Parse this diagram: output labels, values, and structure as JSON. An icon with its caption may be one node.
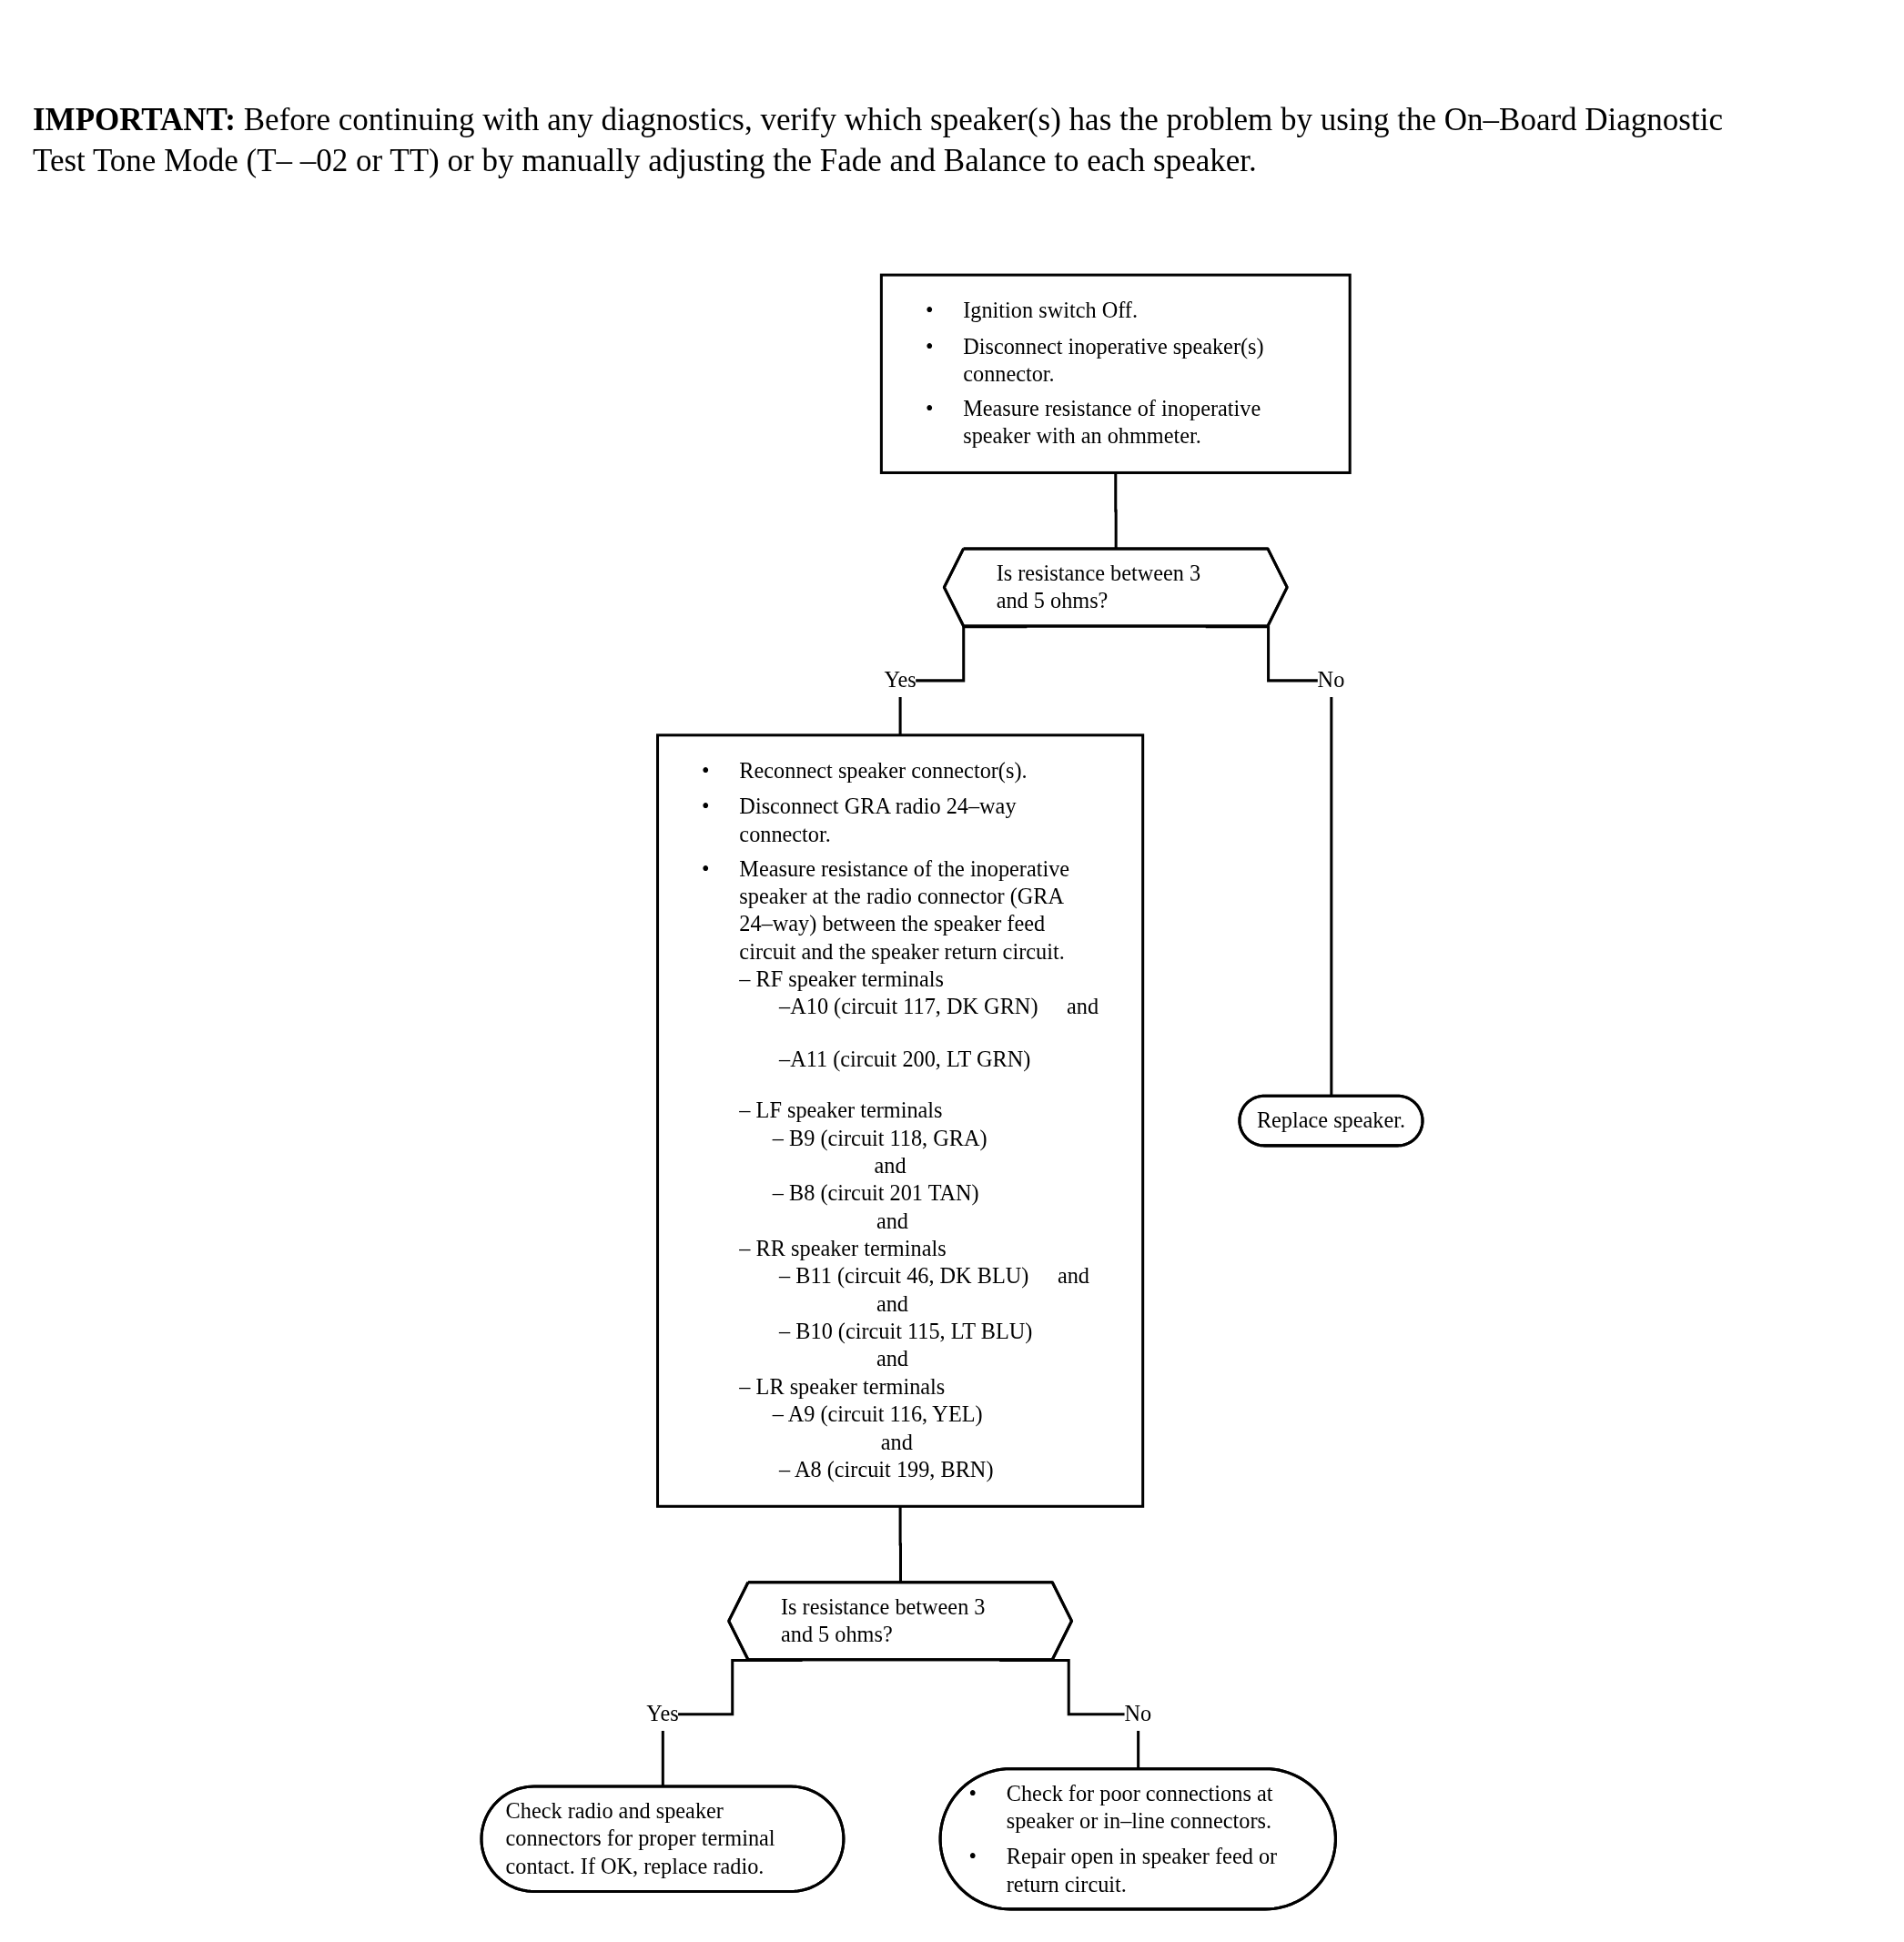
{
  "diagram": {
    "nodes": [
      {
        "text": [
          "•",
          "Ignition switch Off.",
          "•",
          "Disconnect inoperative speaker(s) connector.",
          "•",
          "Measure resistance of inoperative speaker with an ohmmeter."
        ]
      },
      {
        "text": [
          "Is resistance between 3 and 5 ohms?"
        ]
      },
      {
        "text": [
          "•",
          "Reconnect speaker connector(s).",
          "•",
          "Disconnect GRA radio 24–way connector.",
          "•",
          "Measure resistance of the inoperative speaker at the radio connector (GRA 24–way) between the speaker feed circuit and the speaker return circuit.",
          "– RF speaker terminals",
          "–A10 (circuit 117, DK GRN)",
          "and",
          "–A11 (circuit 200, LT GRN)",
          "– LF speaker terminals",
          "– B9 (circuit 118, GRA)",
          "and",
          "– B8 (circuit 201 TAN)",
          "and",
          "– RR speaker terminals",
          "– B11 (circuit 46, DK BLU)",
          "and",
          "and",
          "– B10 (circuit 115, LT BLU)",
          "and",
          "– LR speaker terminals",
          "– A9 (circuit 116, YEL)",
          "and",
          "– A8 (circuit 199, BRN)"
        ]
      },
      {
        "text": [
          "Replace speaker."
        ]
      },
      {
        "text": [
          "Is resistance between 3 and 5 ohms?"
        ]
      },
      {
        "text": [
          "Check radio and speaker connectors for proper terminal contact. If OK, replace radio."
        ]
      },
      {
        "text": [
          "•",
          "Check for poor connections at speaker or in–line connectors.",
          "•",
          "Repair open in speaker feed or return circuit."
        ]
      }
    ],
    "edges": [
      {
        "from": 0,
        "to": 1,
        "arrow": "none"
      },
      {
        "from": 1,
        "to": 2,
        "arrow": "none",
        "label": "Yes"
      },
      {
        "from": 1,
        "to": 3,
        "arrow": "none",
        "label": "No"
      },
      {
        "from": 2,
        "to": 4,
        "arrow": "none"
      },
      {
        "from": 4,
        "to": 5,
        "arrow": "none",
        "label": "Yes"
      },
      {
        "from": 4,
        "to": 6,
        "arrow": "none",
        "label": "No"
      }
    ],
    "labels": [
      "**IMPORTANT:** Before continuing with any diagnostics, verify which speaker(s) has the problem by using the On–Board Diagnostic Test Tone Mode (T– –02 or TT) or by manually adjusting the Fade and Balance to each speaker."
    ]
  }
}
